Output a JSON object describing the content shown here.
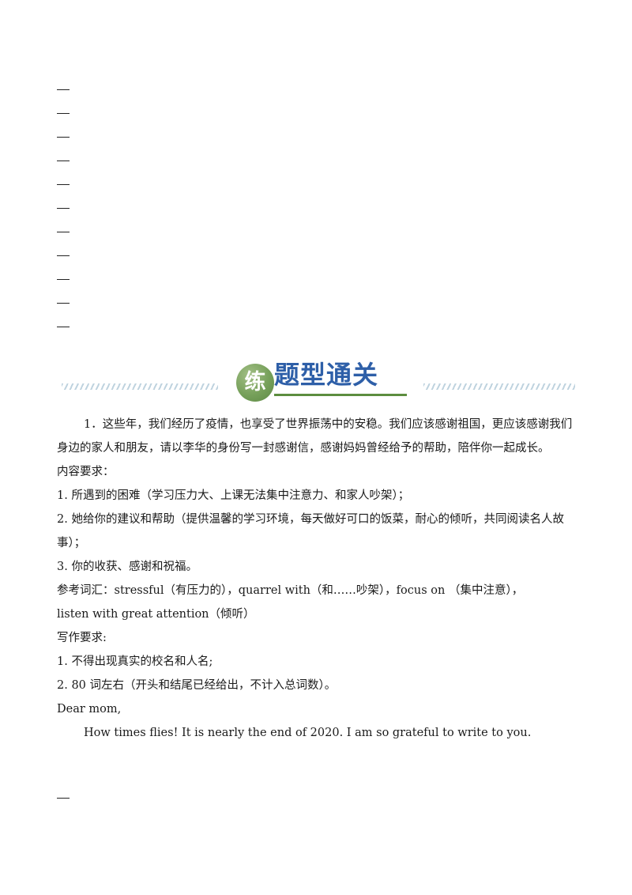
{
  "banner": {
    "badge_char": "练",
    "title": "题型通关"
  },
  "question": {
    "prompt": "1．这些年，我们经历了疫情，也享受了世界振荡中的安稳。我们应该感谢祖国，更应该感谢我们身边的家人和朋友，请以李华的身份写一封感谢信，感谢妈妈曾经给予的帮助，陪伴你一起成长。",
    "content_heading": "内容要求：",
    "content_items": [
      "1. 所遇到的困难（学习压力大、上课无法集中注意力、和家人吵架）；",
      "2. 她给你的建议和帮助（提供温馨的学习环境，每天做好可口的饭菜，耐心的倾听，共同阅读名人故事）；",
      "3. 你的收获、感谢和祝福。"
    ],
    "vocab_line_1": "参考词汇：stressful（有压力的），quarrel with（和……吵架），focus on （集中注意），",
    "vocab_line_2": "listen with great attention（倾听）",
    "writing_heading": "写作要求:",
    "writing_items": [
      "1. 不得出现真实的校名和人名;",
      "2. 80 词左右（开头和结尾已经给出，不计入总词数）。"
    ],
    "salutation": "Dear mom,",
    "opening": "How times flies! It is nearly the end of 2020. I am so grateful to write to you."
  },
  "colors": {
    "title_blue": "#2e5fa8",
    "badge_green": "#76a05a",
    "underline_green": "#5c8d3f",
    "stripe_blue": "#bfd3df"
  }
}
